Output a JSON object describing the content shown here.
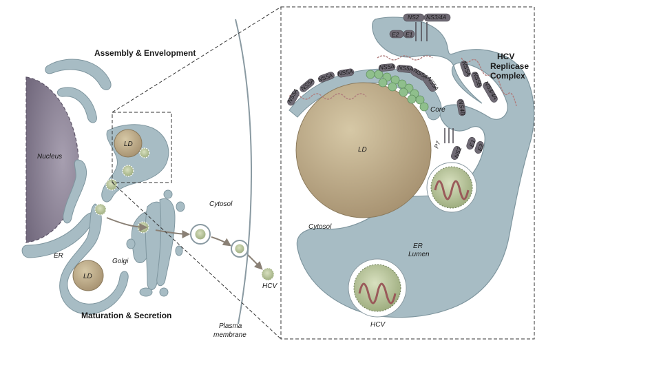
{
  "labels": {
    "nucleus": "Nucleus",
    "er": "ER",
    "ld_small_upper": "LD",
    "ld_small_lower": "LD",
    "golgi": "Golgi",
    "cytosol_left": "Cytosol",
    "hcv_left": "HCV",
    "plasma_membrane_line1": "Plasma",
    "plasma_membrane_line2": "membrane",
    "assembly": "Assembly & Envelopment",
    "maturation": "Maturation & Secretion",
    "ld_big": "LD",
    "core": "Core",
    "cytosol_right": "Cytosol",
    "er_lumen_line1": "ER",
    "er_lumen_line2": "Lumen",
    "hcv_right": "HCV",
    "replicase_line1": "HCV",
    "replicase_line2": "Replicase",
    "replicase_line3": "Complex"
  },
  "proteins": {
    "ns5a": [
      "NS5A",
      "NS5A",
      "NS5A",
      "NS5A",
      "NS5A",
      "NS5A",
      "NS5A",
      "NS5A"
    ],
    "top": [
      "NS2",
      "NS3/4A",
      "E2",
      "E1"
    ],
    "replicase": [
      "NS5A",
      "NS5B",
      "NS3/4A",
      "NS4B"
    ],
    "middle": [
      "P7",
      "E1",
      "E2",
      "NS2"
    ]
  },
  "colors": {
    "er": "#a7bcc4",
    "er_stroke": "#7f969f",
    "nucleus": "#8a8093",
    "lipid": "#b9a583",
    "core": "#8fbf8c",
    "rna": "#9a5a5a"
  }
}
